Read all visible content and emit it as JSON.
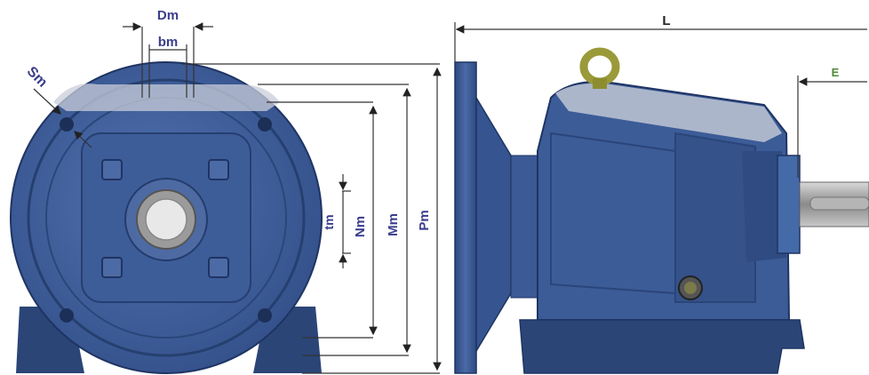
{
  "labels": {
    "dm": "Dm",
    "bm_top": "bm",
    "sm": "Sm",
    "tm": "tm",
    "nm": "Nm",
    "mm": "Mm",
    "pm": "Pm",
    "l": "L",
    "e": "E"
  },
  "colors": {
    "body_blue": "#3f5f9c",
    "dark_blue": "#2b4577",
    "label_blue": "#3a3d8c",
    "dim_line": "#333333",
    "lifting_ring": "#9a9a3a",
    "label_green": "#4c8a3a"
  }
}
